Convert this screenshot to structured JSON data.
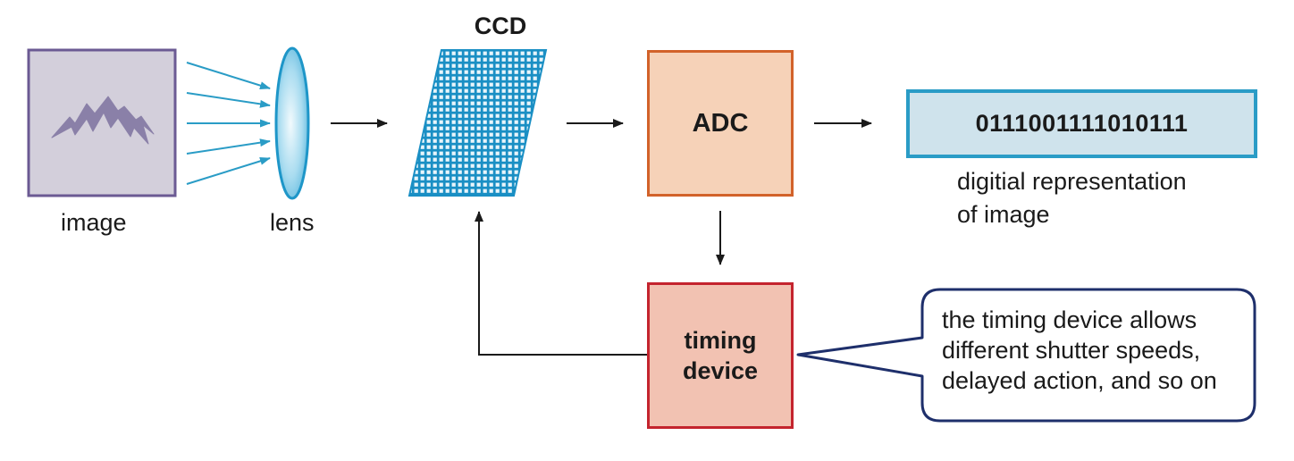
{
  "labels": {
    "image": "image",
    "lens": "lens",
    "ccd": "CCD",
    "adc": "ADC",
    "digital_value": "0111001111010111",
    "digital_caption": [
      "digitial representation",
      "of image"
    ],
    "timing_device": [
      "timing",
      "device"
    ],
    "callout": [
      "the timing device allows",
      "different shutter speeds,",
      "delayed action, and so on"
    ]
  },
  "icons": {
    "image": "mountain-icon",
    "lens": "convex-lens-icon",
    "ccd": "sensor-grid-icon"
  },
  "colors": {
    "image_fill": "#d3cfdb",
    "image_border": "#6b5a93",
    "mountain": "#8a80a8",
    "light_rays": "#2a9cc6",
    "lens": "#8fd0ea",
    "ccd": "#1a8fc4",
    "adc_fill": "#f6d2b8",
    "adc_border": "#d2622a",
    "digital_fill": "#cfe3ec",
    "digital_border": "#2a9cc6",
    "timing_fill": "#f2c2b2",
    "timing_border": "#c4242e",
    "callout_border": "#1e2f6b",
    "arrows": "#1a1a1a"
  }
}
